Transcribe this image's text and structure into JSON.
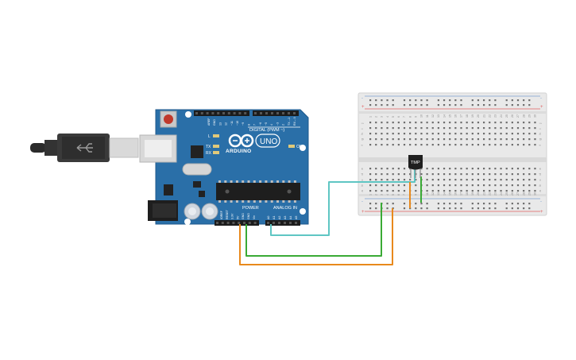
{
  "arduino": {
    "brand": "ARDUINO",
    "model": "UNO",
    "on_label": "ON",
    "digital_label": "DIGITAL (PWM ~)",
    "power_label": "POWER",
    "analog_label": "ANALOG IN",
    "tx_label": "TX",
    "rx_label": "RX",
    "l_label": "L",
    "header_top_labels": [
      "AREF",
      "GND",
      "13",
      "12",
      "~11",
      "~10",
      "~9",
      "8",
      "7",
      "~6",
      "~5",
      "4",
      "~3",
      "2",
      "TX→1",
      "RX←0"
    ],
    "power_pins": [
      "IOREF",
      "RESET",
      "3.3V",
      "5V",
      "GND",
      "GND",
      "Vin"
    ],
    "analog_pins": [
      "A0",
      "A1",
      "A2",
      "A3",
      "A4",
      "A5"
    ]
  },
  "sensor": {
    "label": "TMP"
  },
  "breadboard": {
    "rows_top": [
      "j",
      "i",
      "h",
      "g",
      "f"
    ],
    "rows_bottom": [
      "e",
      "d",
      "c",
      "b",
      "a"
    ],
    "columns": [
      "1",
      "2",
      "3",
      "4",
      "5",
      "6",
      "7",
      "8",
      "9",
      "10",
      "11",
      "12",
      "13",
      "14",
      "15",
      "16",
      "17",
      "18",
      "19",
      "20",
      "21",
      "22",
      "23",
      "24",
      "25",
      "26",
      "27",
      "28",
      "29",
      "30"
    ],
    "rail_plus": "+",
    "rail_minus": "-"
  },
  "wires": {
    "signal_color": "#5fc6c3",
    "ground_color": "#3aaa35",
    "power_color": "#e8891c"
  },
  "colors": {
    "board_blue": "#2a6fa8",
    "board_dark": "#1f5a8c",
    "breadboard_body": "#e9e9e9"
  }
}
